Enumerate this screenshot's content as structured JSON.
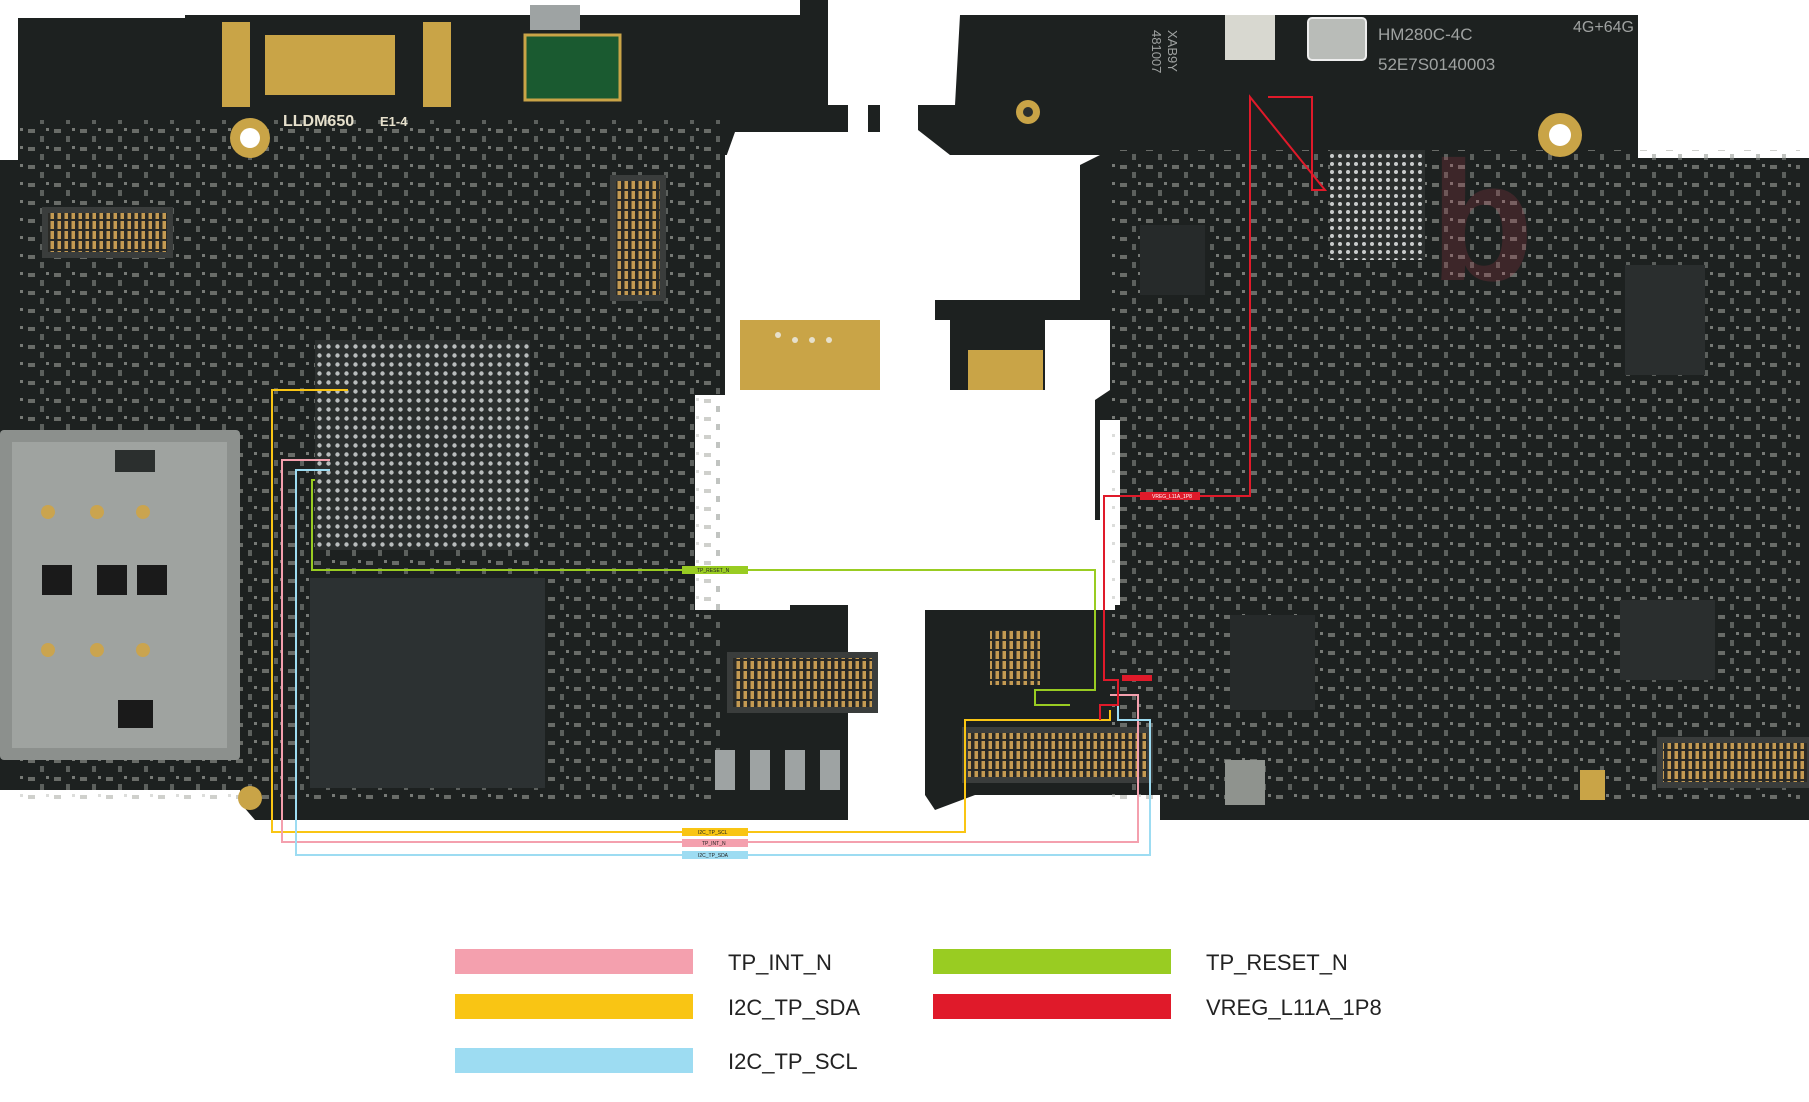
{
  "board": {
    "left_silk": "LLDM650",
    "left_rev": "E1-4",
    "right_model": "HM280C-4C",
    "right_serial": "52E7S0140003",
    "right_memory": "4G+64G",
    "right_code1": "XAB9Y",
    "right_code2": "481007",
    "colors": {
      "pcb": "#1d2120",
      "pcb_dark": "#141716",
      "gold": "#c9a447",
      "component": "#9ea3a3",
      "watermark": "#b03a4a"
    }
  },
  "nets": {
    "tp_reset": "TP_RESET_N",
    "vreg": "VREG_L11A_1P8",
    "i2c_scl": "I2C_TP_SCL",
    "tp_int": "TP_INT_N",
    "i2c_sda": "I2C_TP_SDA"
  },
  "legend": [
    {
      "label": "TP_INT_N",
      "color": "#f4a0ae"
    },
    {
      "label": "TP_RESET_N",
      "color": "#99cc22"
    },
    {
      "label": "I2C_TP_SDA",
      "color": "#f9c514"
    },
    {
      "label": "VREG_L11A_1P8",
      "color": "#e01a2a"
    },
    {
      "label": "I2C_TP_SCL",
      "color": "#9ddcf2"
    }
  ]
}
